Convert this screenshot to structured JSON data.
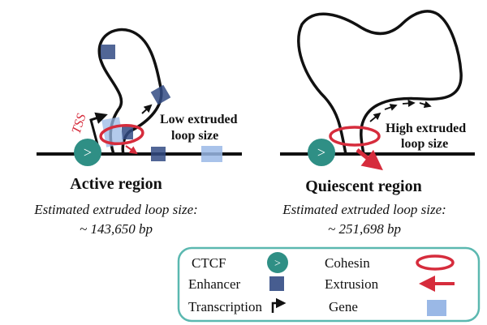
{
  "colors": {
    "line": "#111111",
    "ctcf": "#2f8f85",
    "cohesin": "#d62c3c",
    "enhancer": "#334b84",
    "gene": "#9ab8e6",
    "tss": "#d62c3c",
    "legend_border": "#5bb8b0"
  },
  "panels": {
    "active": {
      "annotation_tss": "TSS",
      "annotation_loop_line1": "Low extruded",
      "annotation_loop_line2": "loop size",
      "title": "Active region",
      "caption_line1": "Estimated extruded loop size:",
      "caption_line2": "~ 143,650 bp"
    },
    "quiescent": {
      "annotation_loop_line1": "High extruded",
      "annotation_loop_line2": "loop size",
      "title": "Quiescent region",
      "caption_line1": "Estimated extruded loop size:",
      "caption_line2": "~ 251,698 bp"
    }
  },
  "ctcf_symbol": ">",
  "legend": {
    "items": [
      {
        "label": "CTCF",
        "icon": "ctcf-icon"
      },
      {
        "label": "Cohesin",
        "icon": "cohesin-icon"
      },
      {
        "label": "Enhancer",
        "icon": "enhancer-icon"
      },
      {
        "label": "Extrusion",
        "icon": "extrusion-arrow-icon"
      },
      {
        "label": "Transcription",
        "icon": "transcription-arrow-icon"
      },
      {
        "label": "Gene",
        "icon": "gene-icon"
      }
    ]
  }
}
